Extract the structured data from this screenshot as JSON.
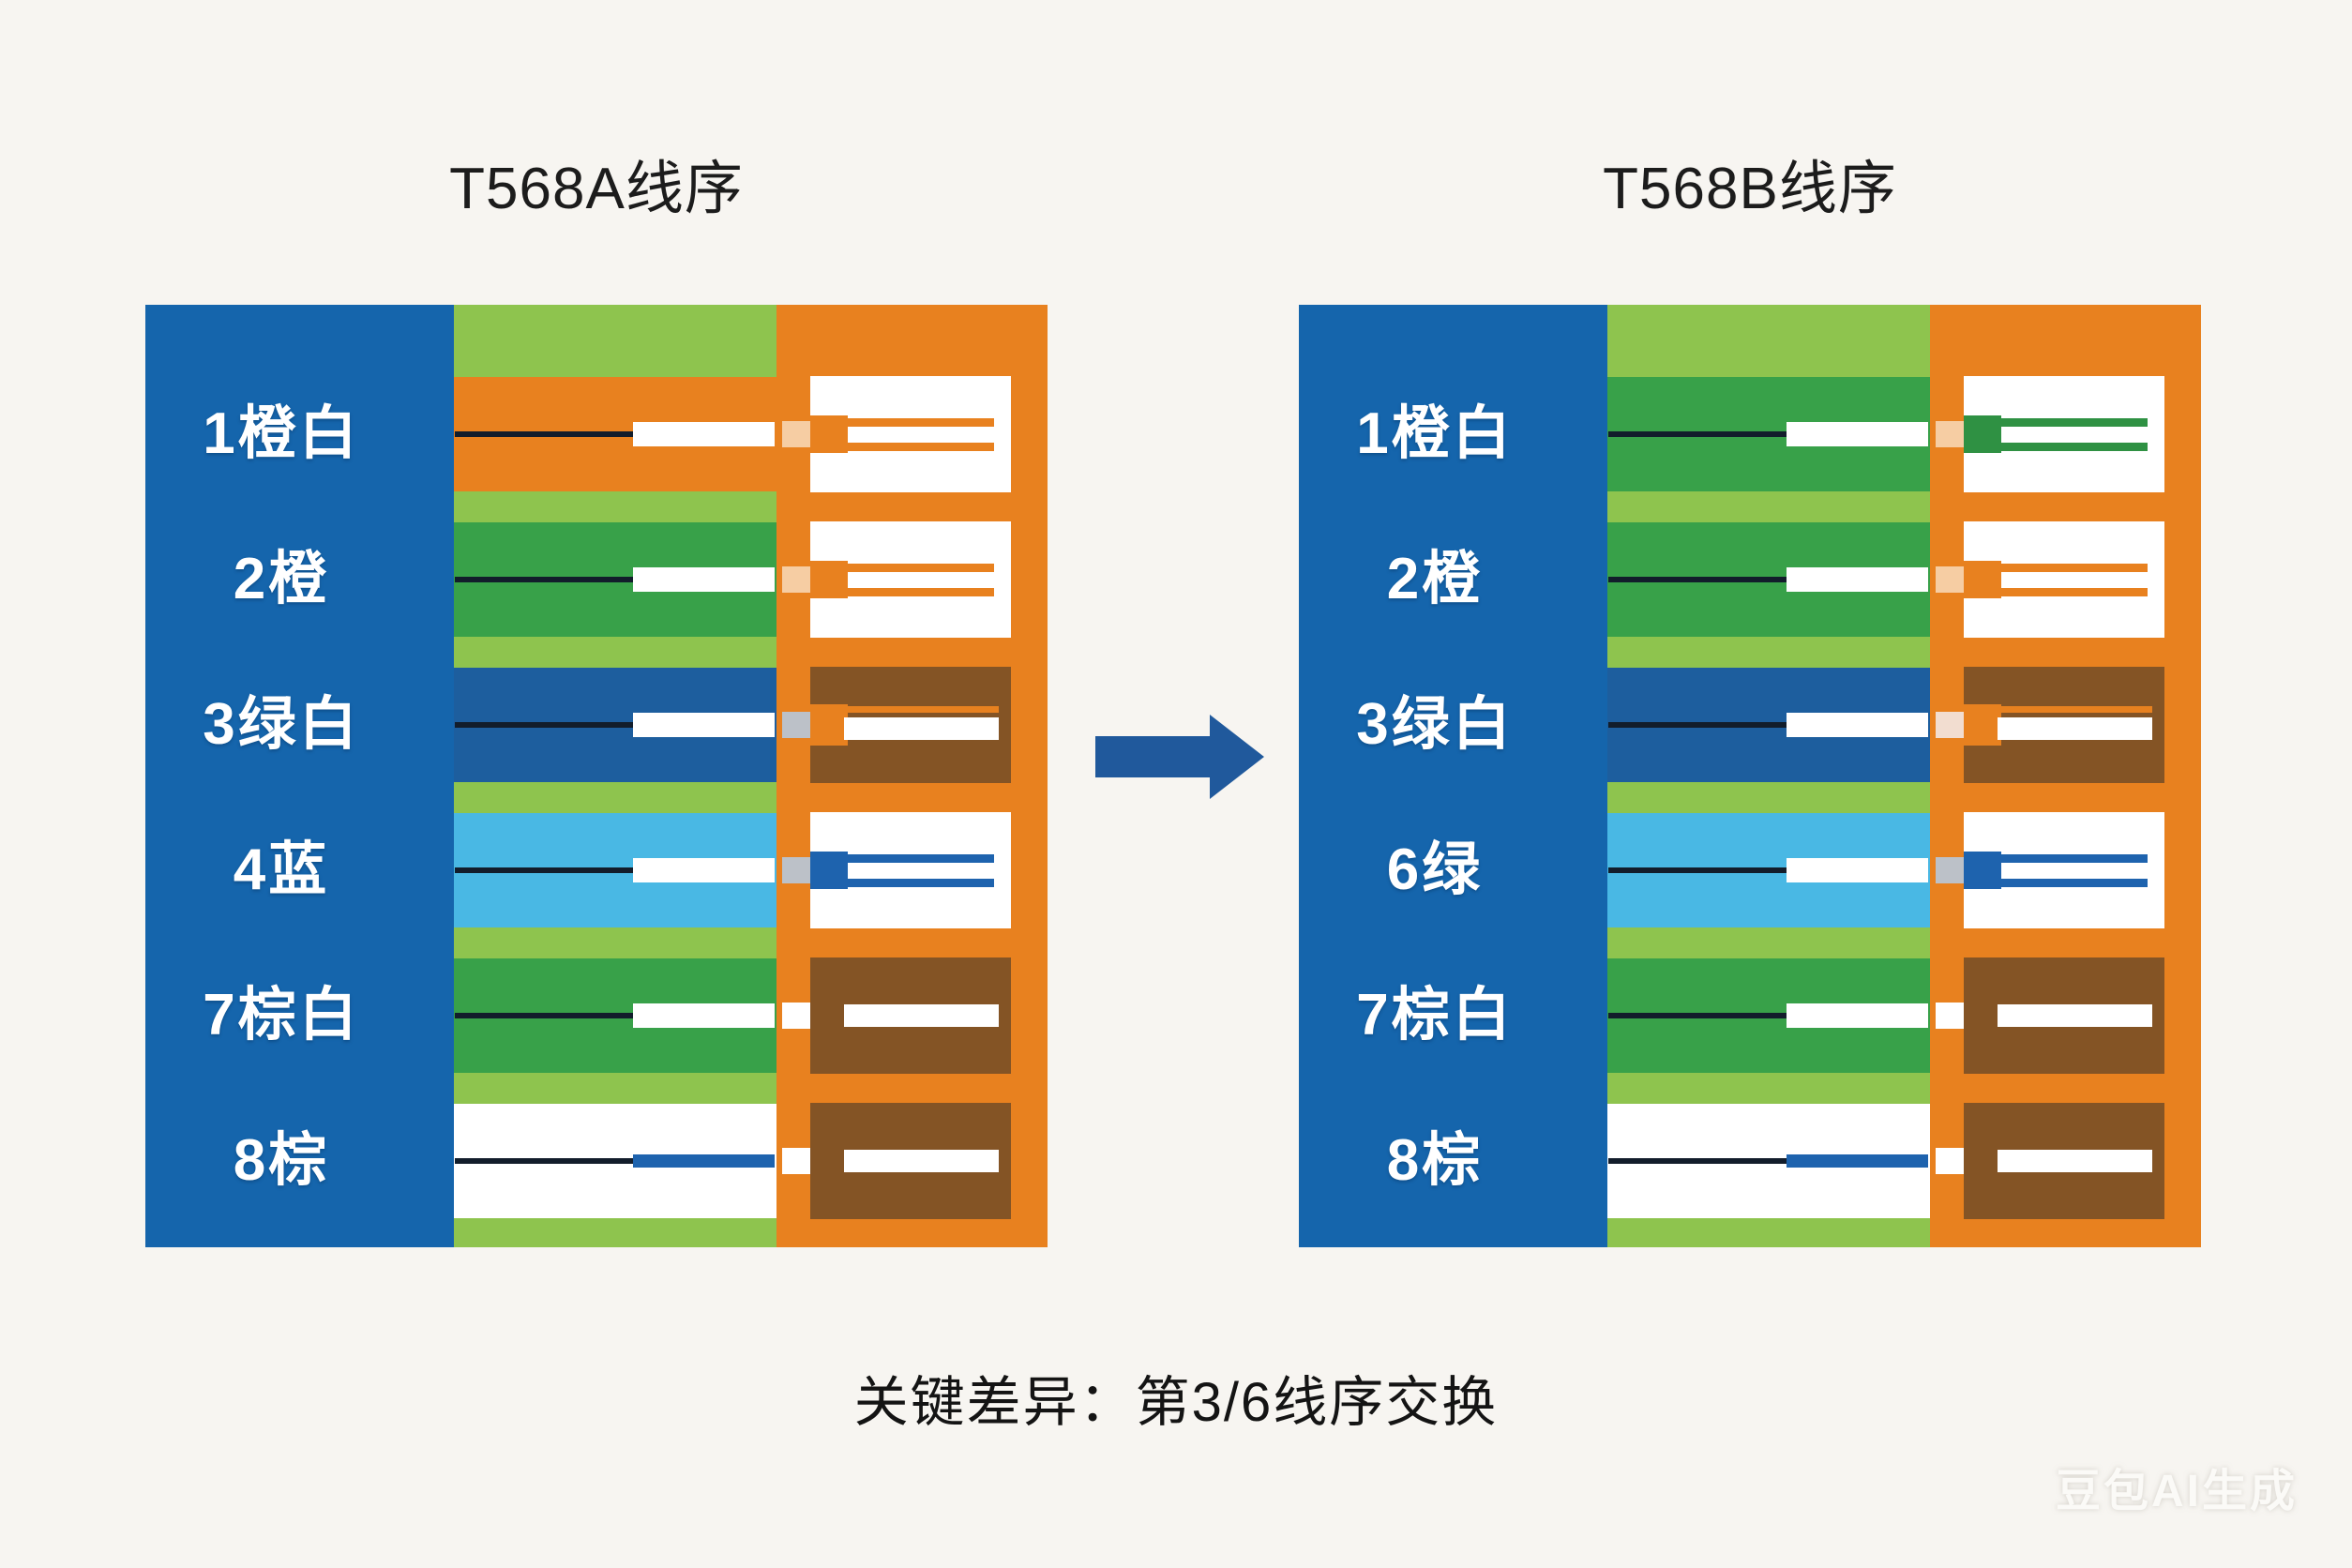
{
  "page": {
    "caption": "关键差异：第3/6线序交换",
    "watermark": "豆包AI生成"
  },
  "colors": {
    "background": "#f7f5f1",
    "panel_blue": "#1565ac",
    "band_orange": "#e8811f",
    "band_green": "#38a149",
    "band_dark_blue": "#1d5e9e",
    "band_light_blue": "#49b8e4",
    "band_white": "#ffffff",
    "separator_green": "#8ec44e",
    "column_orange": "#e8811f",
    "box_brown": "#845425",
    "box_white": "#ffffff",
    "square_beige": "#f6cda3",
    "square_gray": "#bcc1c8",
    "square_pink": "#f2ddd0",
    "stripe_green": "#2f9143",
    "wire_dark": "#121d2b",
    "wire_blue": "#1e63ae",
    "arrow_blue": "#20599c",
    "title_text": "#1c1c1c",
    "label_text": "#ffffff"
  },
  "arrow": {
    "direction": "right"
  },
  "panels": [
    {
      "name": "t568a",
      "title": "T568A线序",
      "rows": [
        {
          "label": "1橙白",
          "band": "orange",
          "box": "white",
          "stripe": "orange",
          "sq1": "beige",
          "sq2": "orange"
        },
        {
          "label": "2橙",
          "band": "green",
          "box": "white",
          "stripe": "orange",
          "sq1": "beige",
          "sq2": "orange"
        },
        {
          "label": "3绿白",
          "band": "darkblue",
          "box": "brown",
          "stripe": "white",
          "stripe_top": "orange",
          "sq1": "gray",
          "sq2": "orange"
        },
        {
          "label": "4蓝",
          "band": "lightblue",
          "box": "white",
          "stripe": "blue",
          "sq1": "gray",
          "sq2": "blue"
        },
        {
          "label": "7棕白",
          "band": "green",
          "box": "brown",
          "stripe": "white",
          "sq1": "white"
        },
        {
          "label": "8棕",
          "band": "white",
          "box": "brown",
          "stripe": "white",
          "sq1": "white",
          "wire_mid": "blue"
        }
      ]
    },
    {
      "name": "t568b",
      "title": "T568B线序",
      "rows": [
        {
          "label": "1橙白",
          "band": "green",
          "box": "white",
          "stripe": "green",
          "sq1": "beige",
          "sq2": "green"
        },
        {
          "label": "2橙",
          "band": "green",
          "box": "white",
          "stripe": "orange",
          "sq1": "beige",
          "sq2": "orange"
        },
        {
          "label": "3绿白",
          "band": "darkblue",
          "box": "brown",
          "stripe": "white",
          "stripe_top": "orange",
          "sq1": "pink",
          "sq2": "orange"
        },
        {
          "label": "6绿",
          "band": "lightblue",
          "box": "white",
          "stripe": "blue",
          "sq1": "gray",
          "sq2": "blue"
        },
        {
          "label": "7棕白",
          "band": "green",
          "box": "brown",
          "stripe": "white",
          "sq1": "white"
        },
        {
          "label": "8棕",
          "band": "white",
          "box": "brown",
          "stripe": "white",
          "sq1": "white",
          "wire_mid": "blue"
        }
      ]
    }
  ]
}
